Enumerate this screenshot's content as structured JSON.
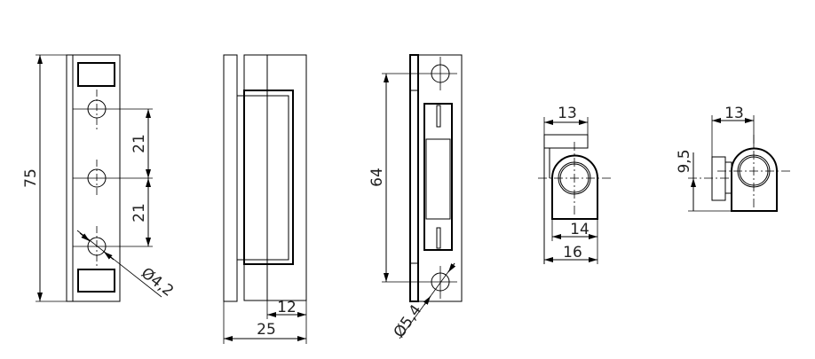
{
  "drawing": {
    "front_view": {
      "height": "75",
      "hole_spacing_top": "21",
      "hole_spacing_bottom": "21",
      "hole_diameter": "Ø4,2"
    },
    "side_view": {
      "total_depth": "25",
      "body_depth": "12"
    },
    "strike_view": {
      "hole_spacing": "64",
      "hole_diameter": "Ø5,4"
    },
    "top_view_a": {
      "width_top": "13",
      "width_inner": "14",
      "width_outer": "16"
    },
    "top_view_b": {
      "width_top": "13",
      "height": "9,5"
    }
  }
}
